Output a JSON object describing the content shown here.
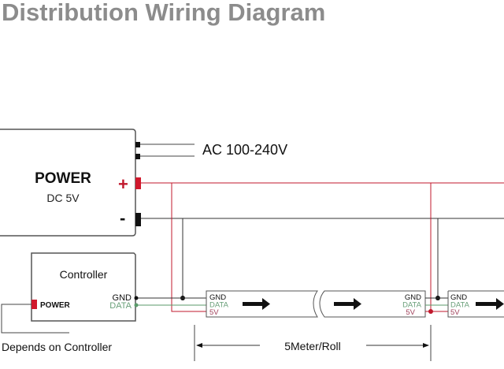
{
  "title": "Distribution Wiring Diagram",
  "power_supply": {
    "title": "POWER",
    "subtitle": "DC 5V",
    "plus_label": "+",
    "minus_label": "-",
    "ac_input_label": "AC 100-240V"
  },
  "controller": {
    "title": "Controller",
    "power_pin_label": "POWER",
    "gnd_label": "GND",
    "data_label": "DATA",
    "power_note": "Depends on Controller"
  },
  "strip_segments": [
    {
      "gnd": "GND",
      "data": "DATA",
      "v5": "5V",
      "position": "input"
    },
    {
      "gnd": "GND",
      "data": "DATA",
      "v5": "5V",
      "position": "output"
    },
    {
      "gnd": "GND",
      "data": "DATA",
      "v5": "5V",
      "position": "input"
    }
  ],
  "dimension_label": "5Meter/Roll",
  "colors": {
    "title": "#8c8c8c",
    "positive_wire": "#c0182c",
    "data_wire": "#5a9a6a",
    "gnd_wire": "#222222",
    "v5_text": "#a0405a",
    "data_text": "#6aa07a",
    "box_border": "#555555"
  }
}
